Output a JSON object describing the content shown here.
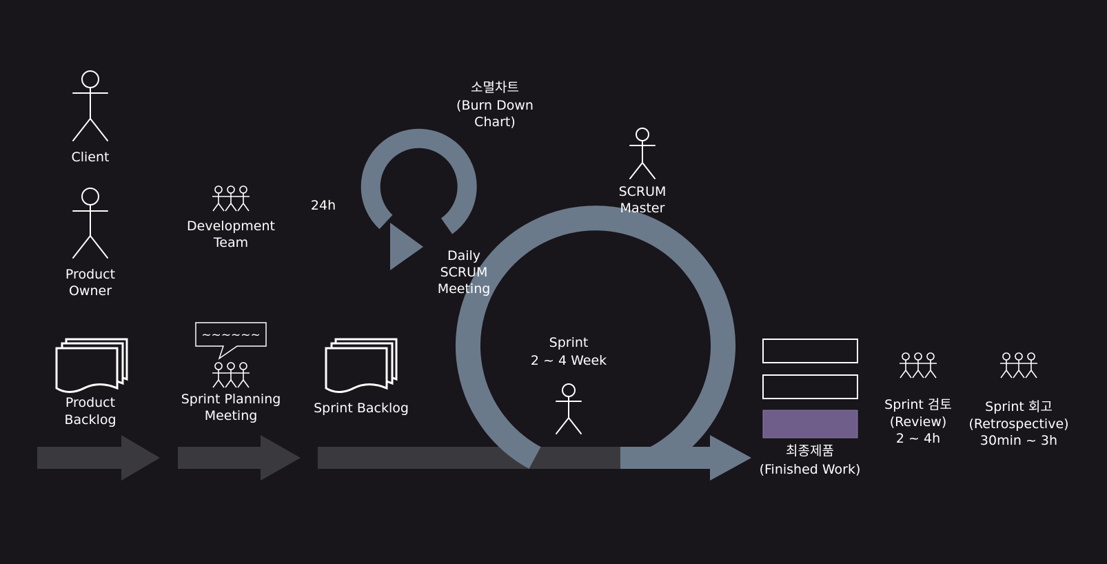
{
  "colors": {
    "background": "#18151b",
    "flow_arrow": "#3a3a3e",
    "loop": "#6b7a8b",
    "line": "#ffffff",
    "finished_bar": "#6f5d8a"
  },
  "actors": {
    "client": {
      "line1": "Client"
    },
    "product_owner": {
      "line1": "Product",
      "line2": "Owner"
    },
    "development_team": {
      "line1": "Development",
      "line2": "Team"
    },
    "scrum_master": {
      "line1": "SCRUM",
      "line2": "Master"
    }
  },
  "artifacts": {
    "product_backlog": {
      "line1": "Product",
      "line2": "Backlog"
    },
    "sprint_planning": {
      "bubble": "~~~~~~",
      "line1": "Sprint Planning",
      "line2": "Meeting"
    },
    "sprint_backlog": {
      "line1": "Sprint Backlog"
    }
  },
  "cycle": {
    "daily_cycle": "24h",
    "burndown": {
      "line1": "소멸차트",
      "line2": "(Burn Down",
      "line3": "Chart)"
    },
    "daily_meeting": {
      "line1": "Daily",
      "line2": "SCRUM",
      "line3": "Meeting"
    },
    "sprint": {
      "line1": "Sprint",
      "line2": "2 ~ 4 Week"
    }
  },
  "outputs": {
    "finished_work": {
      "line1": "최종제품",
      "line2": "(Finished Work)"
    },
    "review": {
      "line1": "Sprint 검토",
      "line2": "(Review)",
      "line3": "2 ~ 4h"
    },
    "retrospective": {
      "line1": "Sprint 회고",
      "line2": "(Retrospective)",
      "line3": "30min ~ 3h"
    }
  }
}
